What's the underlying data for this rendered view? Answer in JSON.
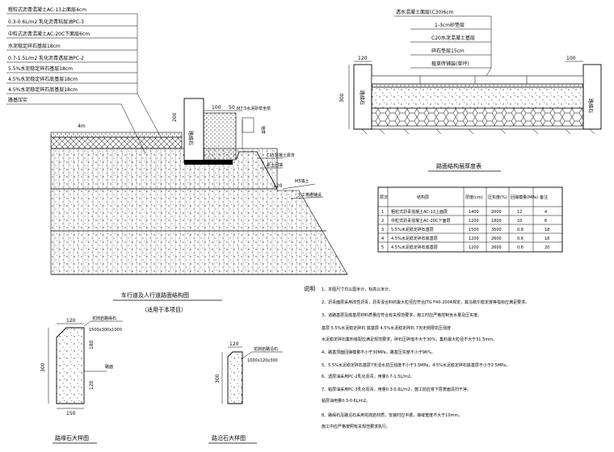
{
  "left_section": {
    "layer_labels": [
      "粗粒式沥青混凝土AC-13上面层4cm",
      "0.3-0.6L/m2    乳化沥青粘层油PC-3",
      "中粒式沥青混凝土AC-20C下面层6cm",
      "水泥稳定碎石基层18cm",
      "0.7-1.5L/m2    乳化沥青透层油PC-2",
      "5.5%水泥稳定碎石基层18cm",
      "4.5%水泥稳定碎石底基层18cm",
      "4.5%水泥稳定碎石底基层18cm",
      "路基压实"
    ],
    "road_label": "4m",
    "curb_label": "路缘石",
    "dims": {
      "d100": "100",
      "d50": "50",
      "d200": "200",
      "d120": "120"
    },
    "callouts": {
      "mortar": "M7.5水泥砂浆坐浆",
      "plant": "植草",
      "concrete": "C15混凝土靠背",
      "backfill": "素土回填",
      "fill": "M5填土",
      "grass": "土工格栅铺设"
    },
    "title": "车行道及人行道路面结构图",
    "subtitle": "（适用于本项目）",
    "curb_detail": {
      "title": "路缘石大样图",
      "callout": "花岗岩路缘石",
      "spec": "1500x300x1000",
      "d120": "120",
      "d300": "300",
      "d150": "150",
      "d180": "180",
      "d120b": "120",
      "mark": "路面"
    },
    "edge_detail": {
      "title": "路沿石大样图",
      "callout": "花岗岩路沿石",
      "spec": "1000x120x300",
      "d120": "120",
      "d300": "300"
    }
  },
  "right_section": {
    "layer_labels": [
      "透水混凝土面层(C30)6cm",
      "1-3cm砂垫层",
      "C20水泥混凝土基层",
      "碎石垫层15cm",
      "植草砖铺装(草坪)"
    ],
    "curb_left": "路缘石",
    "curb_right": "路缘石",
    "d120": "120",
    "d100": "100",
    "dim_vertical": "300",
    "table_title": "路面结构层厚度表",
    "table": {
      "headers": [
        "层次",
        "结构层",
        "厚度(cm)",
        "压实度(%)",
        "回弹模量(MPa)",
        "备注"
      ],
      "rows": [
        [
          "1",
          "粗粒式沥青混凝土AC-13上面层",
          "1400",
          "2000",
          "12",
          "4"
        ],
        [
          "2",
          "中粒式沥青混凝土AC-20C下面层",
          "1200",
          "1800",
          "10",
          "6"
        ],
        [
          "3",
          "5.5%水泥稳定碎石基层",
          "1500",
          "3500",
          "0.8",
          "18"
        ],
        [
          "4",
          "4.5%水泥稳定碎石底基层",
          "1200",
          "2600",
          "0.6",
          "18"
        ],
        [
          "5",
          "4.5%水泥稳定碎石底基层",
          "1200",
          "2600",
          "0.6",
          "20"
        ]
      ]
    }
  },
  "notes": {
    "heading": "说明",
    "items": [
      "1、本图尺寸均以厘米计，标高以米计。",
      "2、沥青面层采用改性沥青，沥青混合料的最大粒径应符合JTG F40-2004规定，其马歇尔稳定度等指标应满足要求。",
      "3、道路基层及底基层材料质量应符合有关规范要求，施工时应严格控制含水量及压实度。",
      "   基层    5.5%水泥稳定碎石    底基层    4.5%水泥稳定碎石    7天无侧限抗压强度",
      "   水泥稳定碎石集料级配应满足规范要求，碎石压碎值不大于30%，集料最大粒径不大于31.5mm。",
      "4、路基顶面回弹模量不小于30MPa，路基压实度不小于96%。",
      "5、5.5%水泥稳定碎石基层7天浸水抗压强度不小于3.5MPa，4.5%水泥稳定碎石底基层不小于2.5MPa。",
      "6、透层油采用PC-2乳化沥青，用量0.7-1.5L/m2。",
      "7、粘层油采用PC-3乳化沥青，用量0.3-0.6L/m2，施工前应将下层表面清扫干净。",
      "   粘层油用量0.3-0.6L/m2。",
      "8、路缘石及路沿石采用花岗岩材质，安装时应平顺，接缝宽度不大于10mm。",
      "   施工中应严格按照有关规范要求执行。"
    ]
  }
}
